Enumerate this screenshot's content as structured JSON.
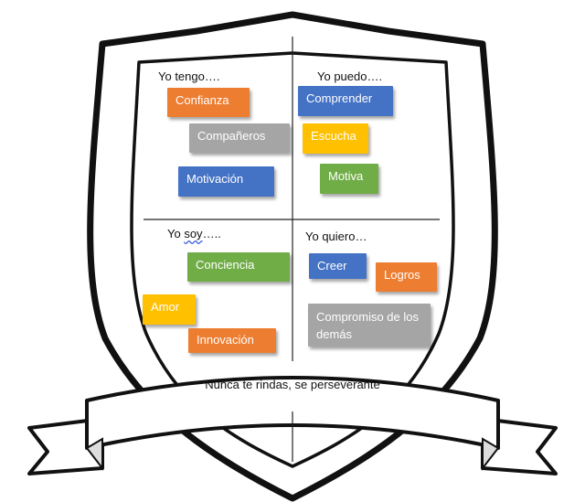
{
  "colors": {
    "orange": "#ED7D31",
    "gray": "#A5A5A5",
    "blue": "#4472C4",
    "yellow": "#FFC000",
    "green": "#70AD47",
    "outline": "#111111"
  },
  "quadrants": {
    "tengo": {
      "title": "Yo tengo….",
      "items": [
        "Confianza",
        "Compañeros",
        "Motivación"
      ]
    },
    "puedo": {
      "title": "Yo puedo….",
      "items": [
        "Comprender",
        "Escucha",
        "Motiva"
      ]
    },
    "soy": {
      "title_prefix": "Yo ",
      "title_word": "soy",
      "title_suffix": "…..",
      "items": [
        "Conciencia",
        "Amor",
        "Innovación"
      ]
    },
    "quiero": {
      "title": "Yo quiero…",
      "items": [
        "Creer",
        "Logros",
        "Compromiso de los demás"
      ]
    }
  },
  "motto": "Nunca te rindas, se perseverante"
}
